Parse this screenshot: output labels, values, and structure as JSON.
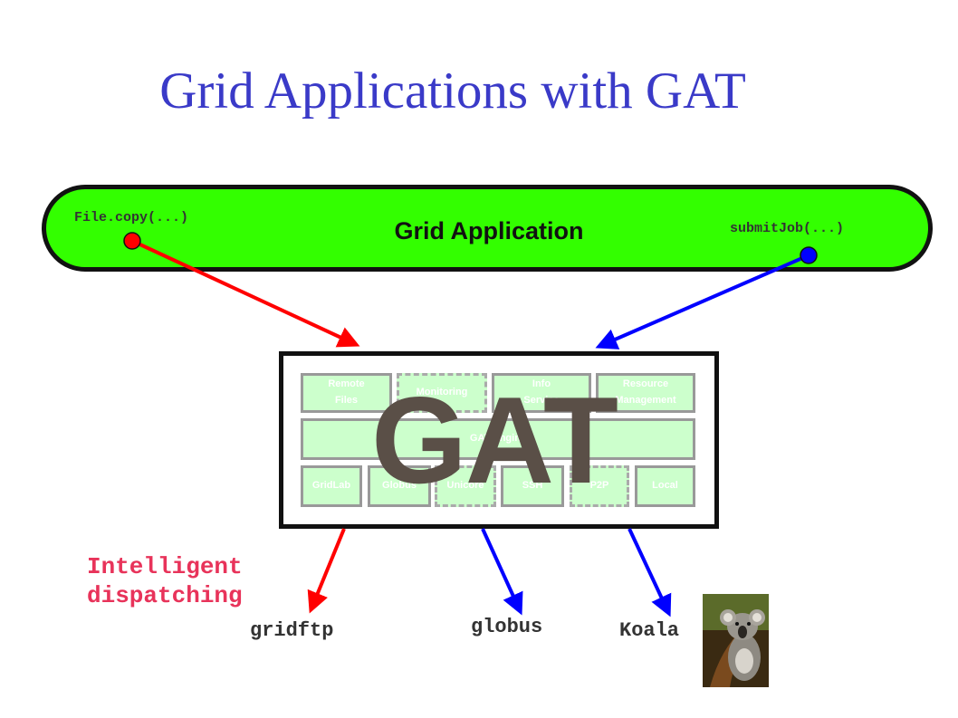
{
  "title": "Grid Applications with GAT",
  "application": {
    "label": "Grid Application",
    "call_left": "File.copy(...)",
    "call_right": "submitJob(...)"
  },
  "gat": {
    "big_label": "GAT",
    "top_row": [
      {
        "line1": "Remote",
        "line2": "Files"
      },
      {
        "line1": "Monitoring",
        "line2": ""
      },
      {
        "line1": "Info",
        "line2": "Service"
      },
      {
        "line1": "Resource",
        "line2": "Management"
      }
    ],
    "middle_label": "GAT Engine",
    "bottom_row": [
      "GridLab",
      "Globus",
      "Unicore",
      "SSH",
      "P2P",
      "Local"
    ]
  },
  "dispatch_label": {
    "line1": "Intelligent",
    "line2": "dispatching"
  },
  "targets": [
    "gridftp",
    "globus",
    "Koala"
  ],
  "colors": {
    "title": "#3a3ac8",
    "app_bar": "#33ff00",
    "arrow_file_copy": "#ff0000",
    "arrow_submit_job": "#0000ff",
    "dispatch_text": "#e8335a",
    "gat_text": "#5a4f47"
  }
}
